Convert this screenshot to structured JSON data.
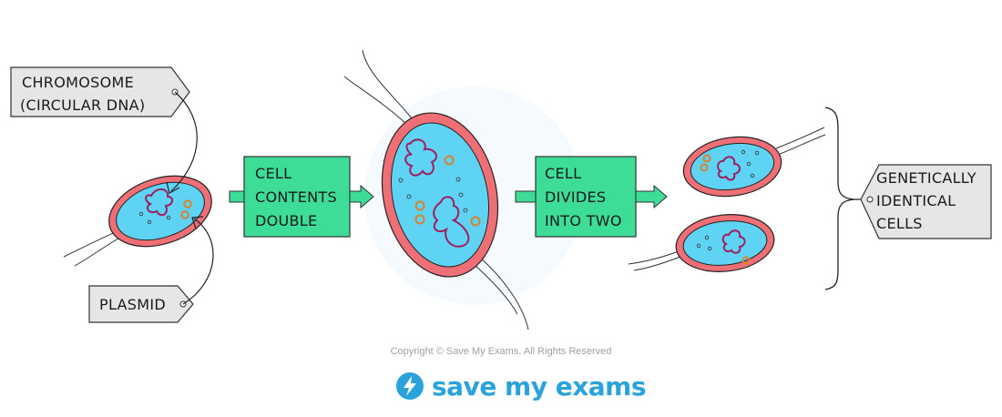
{
  "labels": {
    "chromosome_line1": "CHROMOSOME",
    "chromosome_line2": "(CIRCULAR  DNA)",
    "plasmid": "PLASMID",
    "step1_line1": "CELL",
    "step1_line2": "CONTENTS",
    "step1_line3": "DOUBLE",
    "step2_line1": "CELL",
    "step2_line2": "DIVIDES",
    "step2_line3": "INTO TWO",
    "result_line1": "GENETICALLY",
    "result_line2": "IDENTICAL",
    "result_line3": "CELLS"
  },
  "footer": {
    "copyright": "Copyright © Save My Exams. All Rights Reserved",
    "brand": "save my exams"
  },
  "colors": {
    "cell_wall": "#ef6f76",
    "cytoplasm": "#5fd3f3",
    "dna": "#9e1f5e",
    "plasmid": "#d9822b",
    "step_box": "#3ddc97",
    "tag_box": "#e6e6e6",
    "brand": "#2aa3dd"
  }
}
